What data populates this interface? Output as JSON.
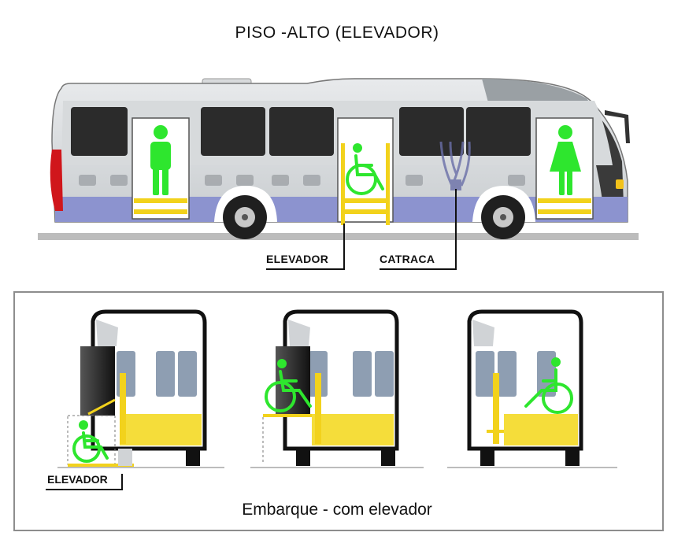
{
  "title": "PISO -ALTO (ELEVADOR)",
  "callouts": {
    "elevador": "ELEVADOR",
    "catraca": "CATRACA"
  },
  "panel": {
    "caption": "Embarque -  com elevador",
    "step1_label": "ELEVADOR"
  },
  "colors": {
    "body_grey": "#cfd3d6",
    "window_dark": "#2b2b2b",
    "stripe_blue": "#8c93cf",
    "accent_yellow": "#f2d21c",
    "figure_green": "#2ee62e",
    "tail_red": "#d0161b",
    "ground": "#bcbcbc"
  },
  "icons": [
    "person-male-icon",
    "wheelchair-icon",
    "person-female-icon",
    "turnstile-icon",
    "wheel-icon"
  ]
}
